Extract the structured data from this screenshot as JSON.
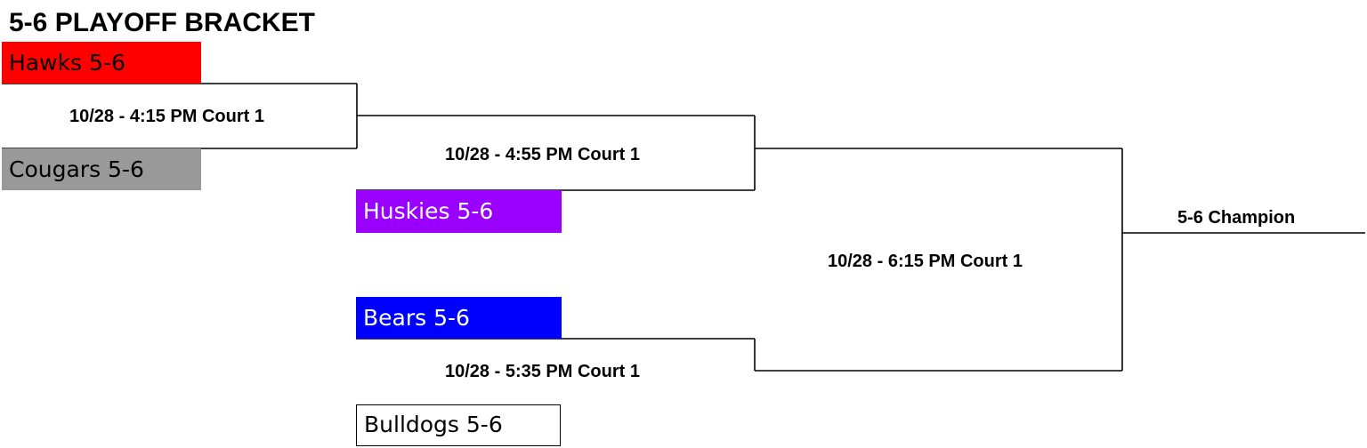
{
  "title": "5-6 PLAYOFF BRACKET",
  "teams": {
    "hawks": {
      "label": "Hawks 5-6",
      "bg": "#ff0000",
      "fg": "#000000"
    },
    "cougars": {
      "label": "Cougars 5-6",
      "bg": "#999999",
      "fg": "#000000"
    },
    "huskies": {
      "label": "Huskies 5-6",
      "bg": "#9900ff",
      "fg": "#ffffff"
    },
    "bears": {
      "label": "Bears 5-6",
      "bg": "#0000ff",
      "fg": "#ffffff"
    },
    "bulldogs": {
      "label": "Bulldogs 5-6",
      "bg": "#ffffff",
      "fg": "#000000"
    }
  },
  "games": {
    "game1": "10/28 - 4:15 PM Court 1",
    "game2": "10/28 - 4:55 PM Court 1",
    "game3": "10/28 - 5:35 PM Court 1",
    "final": "10/28 - 6:15 PM Court 1"
  },
  "champion_label": "5-6 Champion"
}
